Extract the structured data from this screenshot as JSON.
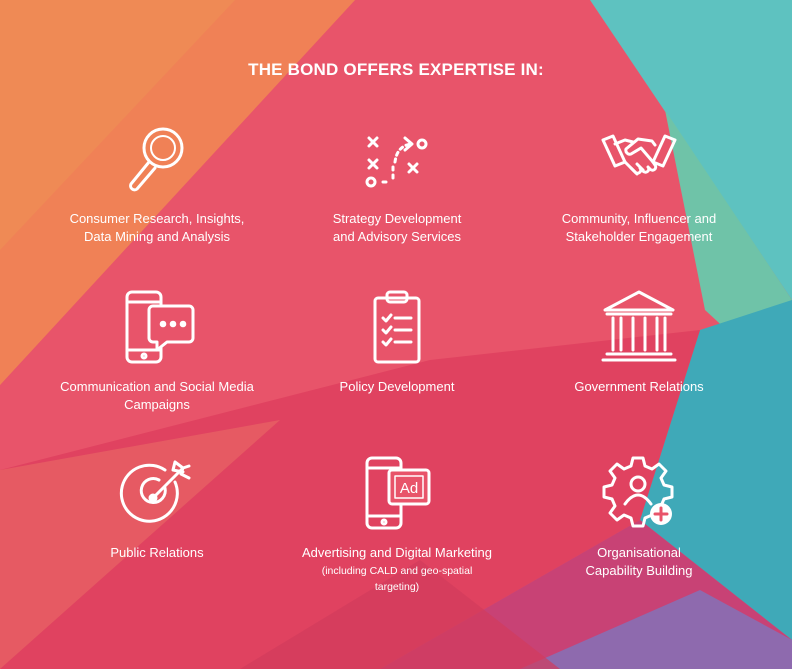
{
  "heading": "THE BOND OFFERS EXPERTISE IN:",
  "colors": {
    "orange": "#EF8A55",
    "coral": "#E8546A",
    "red": "#E04260",
    "pink": "#D9405E",
    "teal": "#5EC2C0",
    "green_teal": "#6FC3A8",
    "blue_teal": "#3FA9B8",
    "purple": "#8E6AAE",
    "magenta": "#C84275"
  },
  "services": [
    {
      "icon": "magnifying-glass-icon",
      "label_lines": [
        "Consumer Research, Insights,",
        "Data Mining and Analysis"
      ]
    },
    {
      "icon": "strategy-play-icon",
      "label_lines": [
        "Strategy Development",
        "and Advisory Services"
      ]
    },
    {
      "icon": "handshake-icon",
      "label_lines": [
        "Community, Influencer and",
        "Stakeholder Engagement"
      ]
    },
    {
      "icon": "phone-chat-icon",
      "label_lines": [
        "Communication and Social Media",
        "Campaigns"
      ]
    },
    {
      "icon": "clipboard-checklist-icon",
      "label_lines": [
        "Policy Development"
      ]
    },
    {
      "icon": "government-building-icon",
      "label_lines": [
        "Government Relations"
      ]
    },
    {
      "icon": "target-arrow-icon",
      "label_lines": [
        "Public Relations"
      ]
    },
    {
      "icon": "phone-ad-icon",
      "label_lines": [
        "Advertising and Digital Marketing"
      ],
      "sublabel_lines": [
        "(including CALD and geo-spatial",
        "targeting)"
      ]
    },
    {
      "icon": "gear-person-icon",
      "label_lines": [
        "Organisational",
        "Capability Building"
      ]
    }
  ]
}
